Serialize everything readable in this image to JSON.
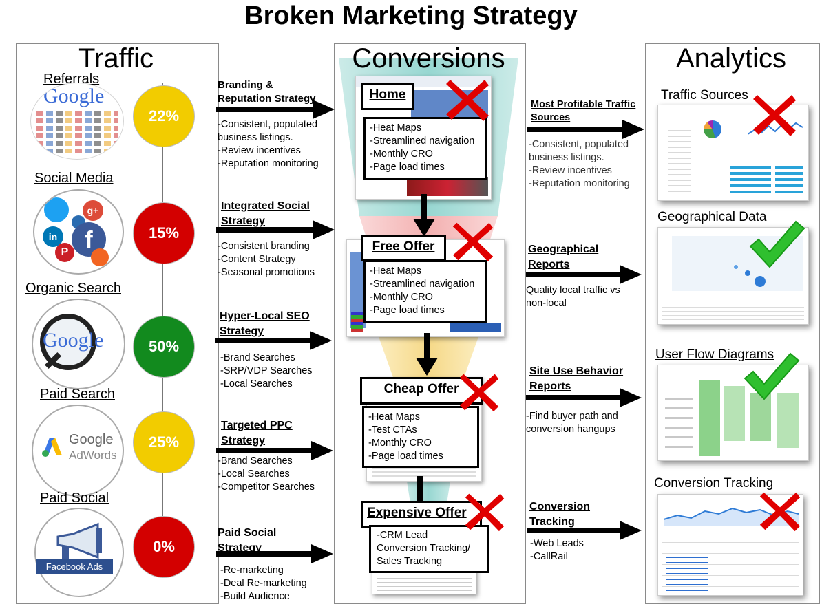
{
  "title": "Broken Marketing Strategy",
  "columns": {
    "traffic": "Traffic",
    "conversions": "Conversions",
    "analytics": "Analytics"
  },
  "colors": {
    "yellow": "#f2cc00",
    "red": "#d30000",
    "green": "#128a1e",
    "mark_red": "#e00000",
    "mark_green": "#2fbf2f"
  },
  "traffic": [
    {
      "label": "Referrals",
      "percent": "22%",
      "color": "#f2cc00",
      "logo_text": "Google"
    },
    {
      "label": "Social Media",
      "percent": "15%",
      "color": "#d30000"
    },
    {
      "label": "Organic Search",
      "percent": "50%",
      "color": "#128a1e",
      "logo_text": "Google"
    },
    {
      "label": "Paid Search",
      "percent": "25%",
      "color": "#f2cc00",
      "logo_text": "Google",
      "logo_sub": "AdWords"
    },
    {
      "label": "Paid Social",
      "percent": "0%",
      "color": "#d30000",
      "logo_text": "Facebook Ads"
    }
  ],
  "strategies": [
    {
      "title_lines": [
        "Branding &",
        "Reputation Strategy"
      ],
      "items": [
        "-Consistent, populated",
        "business listings.",
        "-Review incentives",
        "-Reputation monitoring"
      ]
    },
    {
      "title_lines": [
        "Integrated Social",
        "Strategy"
      ],
      "items": [
        "-Consistent branding",
        "-Content Strategy",
        "-Seasonal promotions"
      ]
    },
    {
      "title_lines": [
        "Hyper-Local SEO",
        "Strategy"
      ],
      "items": [
        "-Brand Searches",
        "-SRP/VDP Searches",
        "-Local Searches"
      ]
    },
    {
      "title_lines": [
        "Targeted PPC",
        "Strategy"
      ],
      "items": [
        "-Brand Searches",
        "-Local Searches",
        "-Competitor Searches"
      ]
    },
    {
      "title_lines": [
        "Paid Social",
        "Strategy"
      ],
      "items": [
        "-Re-marketing",
        "-Deal Re-marketing",
        "-Build Audience"
      ]
    }
  ],
  "conversions": [
    {
      "title": "Home",
      "items": [
        "-Heat Maps",
        "-Streamlined navigation",
        "-Monthly CRO",
        "-Page load times"
      ],
      "status": "fail"
    },
    {
      "title": "Free Offer",
      "items": [
        "-Heat Maps",
        "-Streamlined navigation",
        "-Monthly CRO",
        "-Page load times"
      ],
      "status": "fail"
    },
    {
      "title": "Cheap Offer",
      "items": [
        "-Heat Maps",
        "-Test CTAs",
        "-Monthly CRO",
        "-Page load times"
      ],
      "status": "fail"
    },
    {
      "title": "Expensive Offer",
      "items": [
        "-CRM Lead",
        "Conversion Tracking/",
        "Sales Tracking"
      ],
      "status": "fail"
    }
  ],
  "reports": [
    {
      "title_lines": [
        "Most Profitable Traffic",
        "Sources"
      ],
      "items": [
        "-Consistent, populated",
        "business listings.",
        "-Review incentives",
        "-Reputation monitoring"
      ]
    },
    {
      "title_lines": [
        "Geographical",
        "Reports"
      ],
      "items": [
        "Quality local traffic vs",
        "non-local"
      ]
    },
    {
      "title_lines": [
        "Site Use Behavior",
        "Reports"
      ],
      "items": [
        "-Find buyer path and",
        "conversion hangups"
      ]
    },
    {
      "title_lines": [
        "Conversion",
        "Tracking"
      ],
      "items": [
        "-Web Leads",
        "-CallRail"
      ]
    }
  ],
  "analytics": [
    {
      "title": "Traffic Sources",
      "status": "fail"
    },
    {
      "title": "Geographical Data",
      "status": "pass"
    },
    {
      "title": "User Flow Diagrams",
      "status": "pass"
    },
    {
      "title": "Conversion Tracking",
      "status": "fail"
    }
  ]
}
